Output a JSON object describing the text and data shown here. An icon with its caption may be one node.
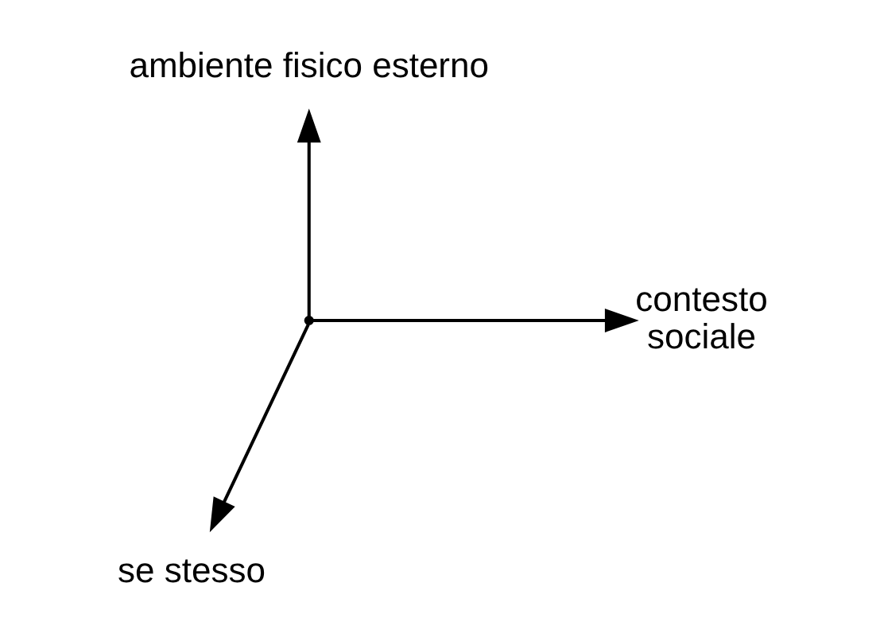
{
  "diagram": {
    "nodes": [
      {
        "text": [
          "ambiente fisico esterno"
        ]
      },
      {
        "text": [],
        "shape": "point"
      },
      {
        "text": [
          "contesto sociale"
        ]
      },
      {
        "text": [
          "se stesso"
        ]
      }
    ],
    "edges": [
      {
        "from": 1,
        "to": 0,
        "arrow": "to"
      },
      {
        "from": 1,
        "to": 2,
        "arrow": "to"
      },
      {
        "from": 1,
        "to": 3,
        "arrow": "to"
      }
    ]
  }
}
